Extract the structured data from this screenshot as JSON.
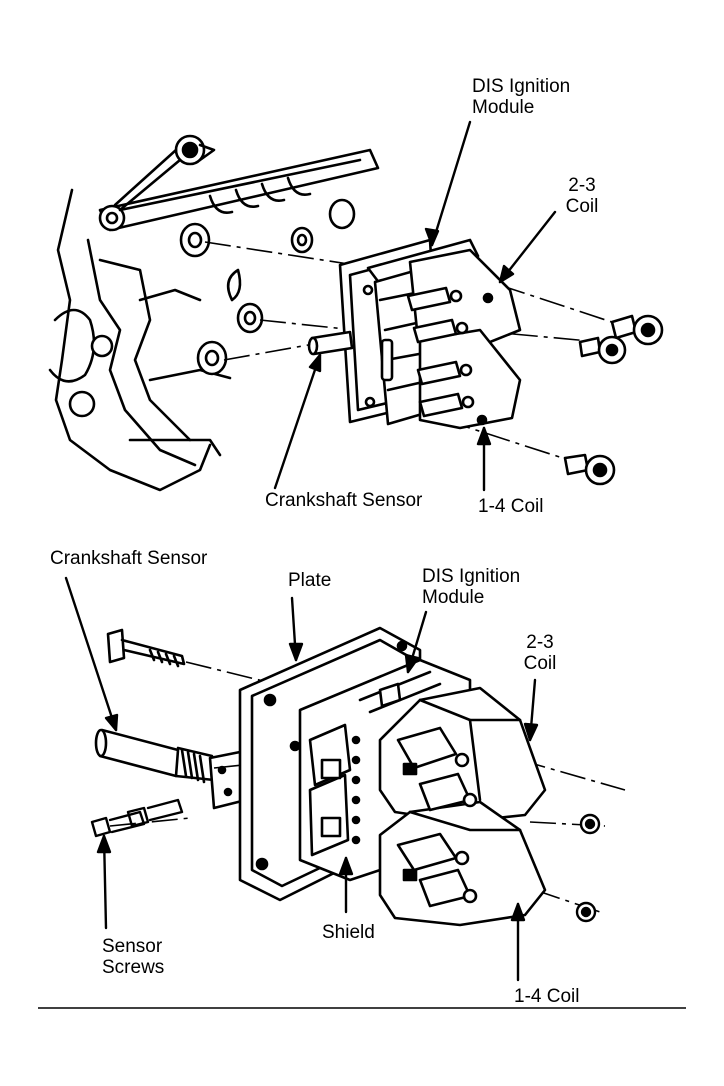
{
  "figure": {
    "top": {
      "labels": {
        "dis_module": [
          "DIS Ignition",
          "Module"
        ],
        "coil_23": [
          "2-3",
          "Coil"
        ],
        "crank_sensor": "Crankshaft Sensor",
        "coil_14": "1-4 Coil"
      }
    },
    "bottom": {
      "labels": {
        "crank_sensor": "Crankshaft Sensor",
        "plate": "Plate",
        "dis_module": [
          "DIS Ignition",
          "Module"
        ],
        "coil_23": [
          "2-3",
          "Coil"
        ],
        "sensor_screws": [
          "Sensor",
          "Screws"
        ],
        "shield": "Shield",
        "coil_14": "1-4 Coil"
      }
    }
  }
}
